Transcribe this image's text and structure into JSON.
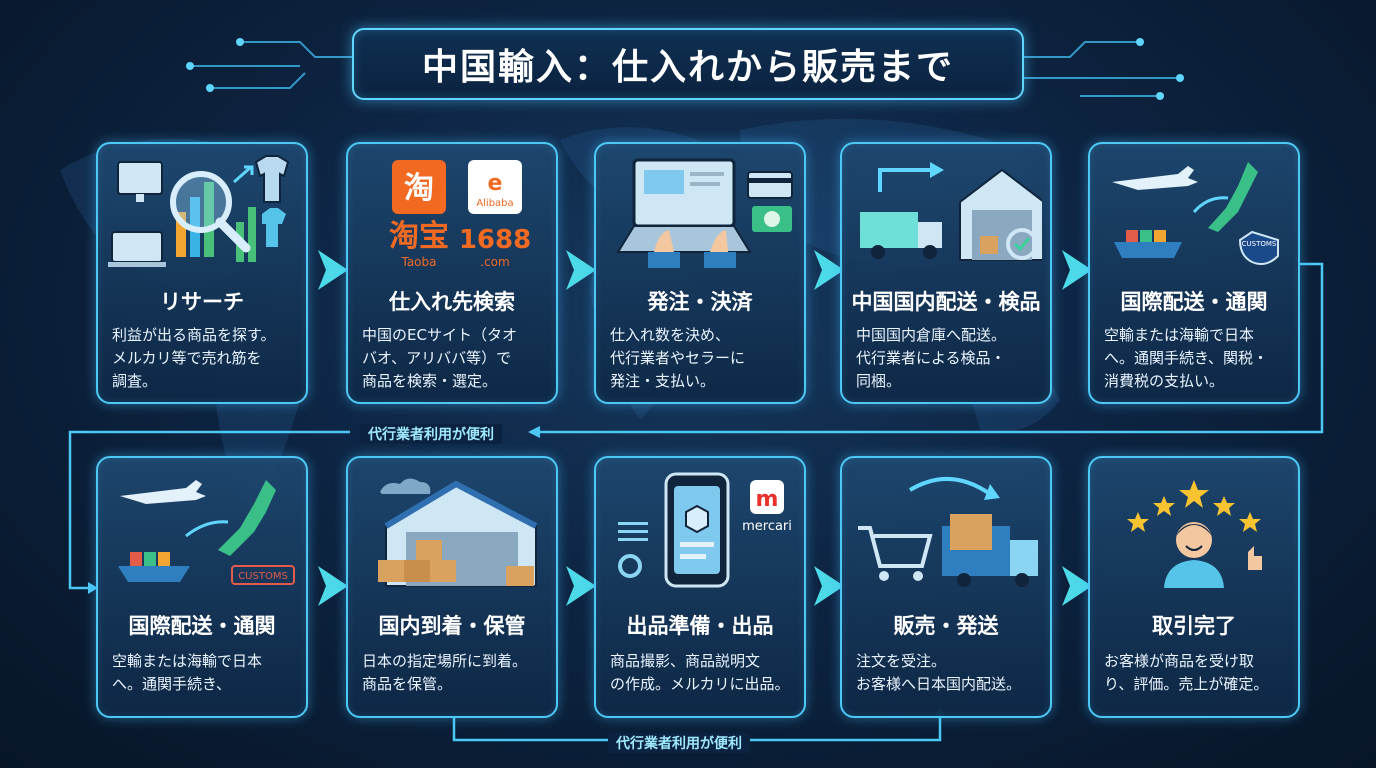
{
  "title": "中国輸入：仕入れから販売まで",
  "row1": [
    {
      "title": "リサーチ",
      "desc": "利益が出る商品を探す。\nメルカリ等で売れ筋を\n調査。"
    },
    {
      "title": "仕入れ先検索",
      "desc": "中国のECサイト（タオ\nバオ、アリババ等）で\n商品を検索・選定。"
    },
    {
      "title": "発注・決済",
      "desc": "仕入れ数を決め、\n代行業者やセラーに\n発注・支払い。"
    },
    {
      "title": "中国国内配送・検品",
      "desc": "中国国内倉庫へ配送。\n代行業者による検品・\n同梱。"
    },
    {
      "title": "国際配送・通関",
      "desc": "空輸または海輸で日本\nへ。通関手続き、関税・\n消費税の支払い。"
    }
  ],
  "row2": [
    {
      "title": "国際配送・通関",
      "desc": "空輸または海輸で日本\nへ。通関手続き、"
    },
    {
      "title": "国内到着・保管",
      "desc": "日本の指定場所に到着。\n商品を保管。"
    },
    {
      "title": "出品準備・出品",
      "desc": "商品撮影、商品説明文\nの作成。メルカリに出品。"
    },
    {
      "title": "販売・発送",
      "desc": "注文を受注。\nお客様へ日本国内配送。"
    },
    {
      "title": "取引完了",
      "desc": "お客様が商品を受け取\nり、評価。売上が確定。"
    }
  ],
  "logos": {
    "taobao_glyph1": "淘",
    "taobao_glyph2": "淘宝",
    "taobao_name": "Taoba",
    "alibaba_name": "Alibaba",
    "alibaba_1688": "1688",
    ".com": ".com",
    "mercari": "mercari",
    "mercari_glyph": "m",
    "customs_badge": "CUSTOMS",
    "customs_stamp": "CUSTOMS"
  },
  "notes": {
    "mid": "代行業者利用が便利",
    "bottom": "代行業者利用が便利"
  },
  "colors": {
    "accent": "#4cc8f5",
    "taobao": "#f26a21",
    "mercari": "#e8322b"
  }
}
